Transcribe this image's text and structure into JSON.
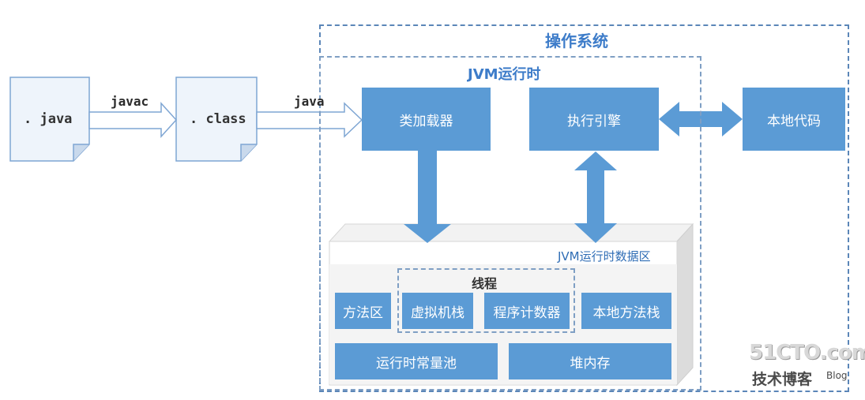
{
  "os_label": "操作系统",
  "jvm_label": "JVM运行时",
  "files": {
    "java": ". java",
    "class": ". class"
  },
  "arrows": {
    "javac": "javac",
    "java": "java"
  },
  "boxes": {
    "class_loader": "类加载器",
    "exec_engine": "执行引擎",
    "native_code": "本地代码"
  },
  "runtime_area": {
    "title": "JVM运行时数据区",
    "thread_label": "线程",
    "method_area": "方法区",
    "vm_stack": "虚拟机栈",
    "pc_register": "程序计数器",
    "native_stack": "本地方法栈",
    "constant_pool": "运行时常量池",
    "heap": "堆内存"
  },
  "watermark": {
    "site": "51CTO.com",
    "sub": "技术博客",
    "blog": "Blog"
  },
  "colors": {
    "box_fill": "#5b9bd5",
    "dash": "#5b86b8",
    "label": "#3d7cc9"
  }
}
